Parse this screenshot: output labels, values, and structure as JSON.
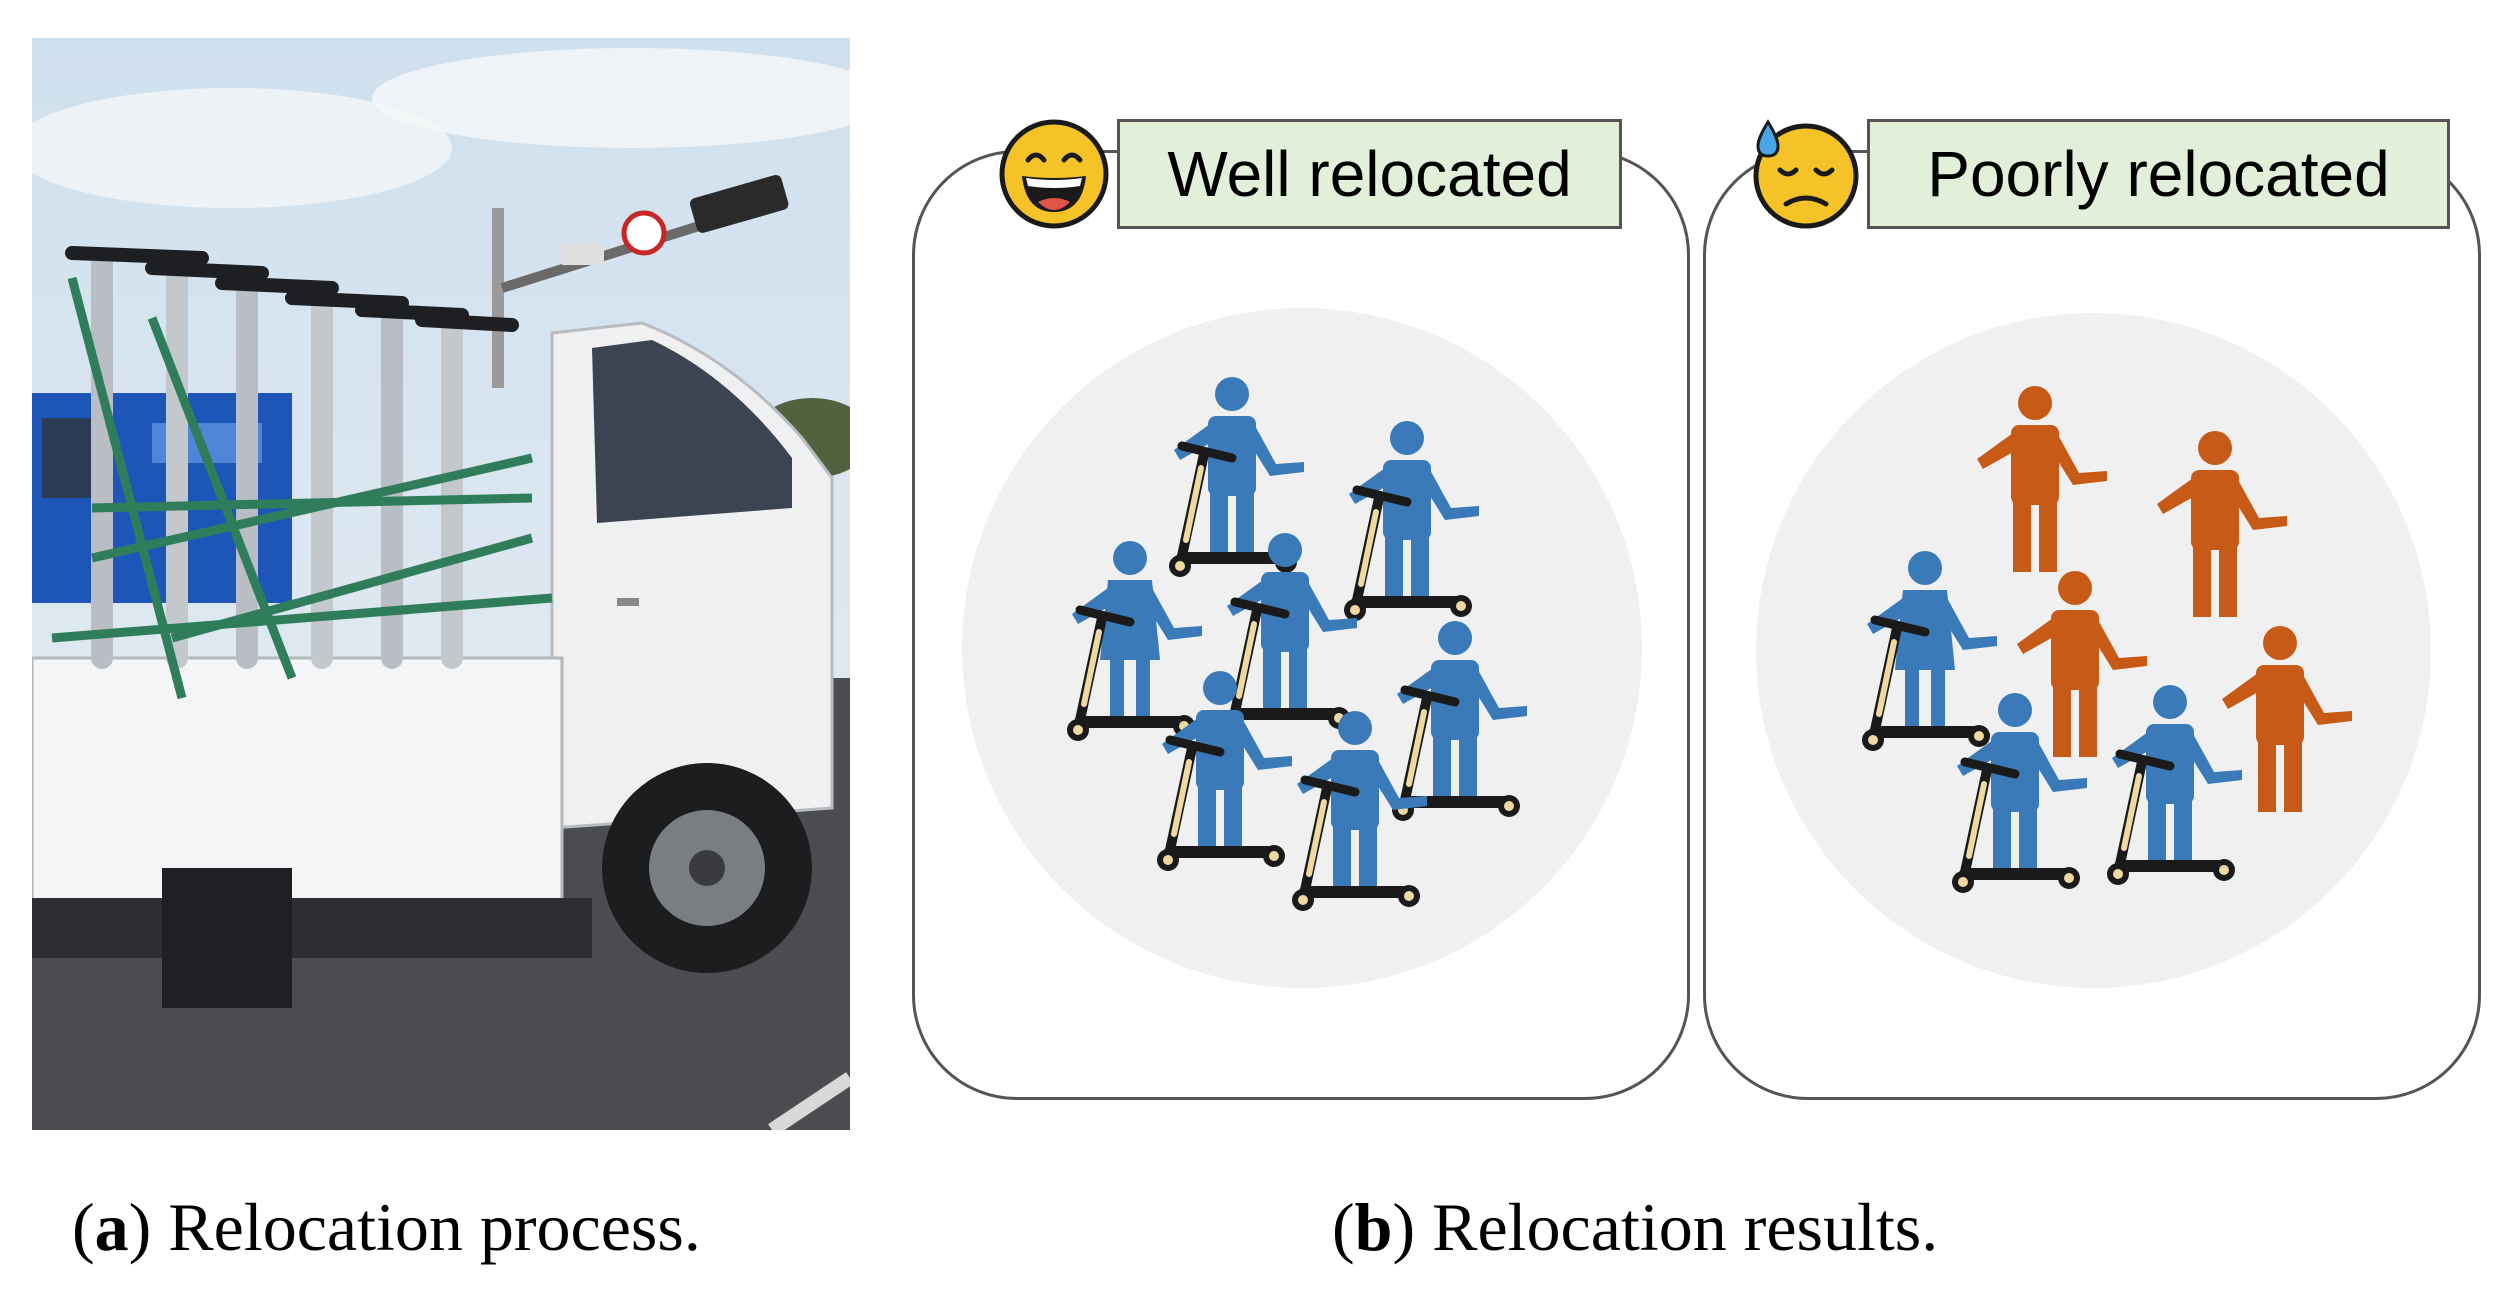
{
  "panel_a": {
    "caption_letter": "a",
    "caption_text": ") Relocation process."
  },
  "panel_b": {
    "caption_letter": "b",
    "caption_text": ") Relocation results.",
    "well": {
      "label": "Well relocated",
      "emoji": "grinning-face",
      "person_color": "#3a7ab8"
    },
    "poor": {
      "label": "Poorly relocated",
      "emoji": "downcast-face-with-sweat",
      "person_color": "#c85a17"
    }
  },
  "colors": {
    "label_background": "#e2efd9",
    "panel_border": "#555555",
    "disc": "#f0f0f0",
    "scooter_deck": "#1a1a1a",
    "scooter_stem": "#efd9a3"
  }
}
